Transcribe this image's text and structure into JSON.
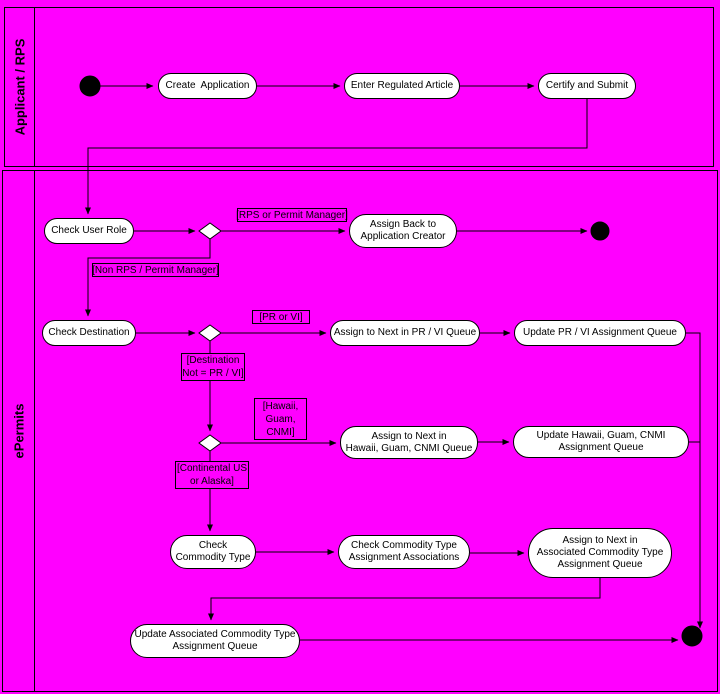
{
  "colors": {
    "background": "#FF00FF",
    "node_fill": "#FFFFFF",
    "line": "#000000"
  },
  "lanes": [
    {
      "id": "applicant_rps",
      "label": "Applicant / RPS"
    },
    {
      "id": "epermits",
      "label": "ePermits"
    }
  ],
  "nodes": {
    "create_application": {
      "label": "Create  Application"
    },
    "enter_regulated_article": {
      "label": "Enter Regulated Article"
    },
    "certify_and_submit": {
      "label": "Certify and Submit"
    },
    "check_user_role": {
      "label": "Check User Role"
    },
    "assign_back_to_creator": {
      "label": "Assign Back to\nApplication Creator"
    },
    "check_destination": {
      "label": "Check Destination"
    },
    "assign_next_pr_vi": {
      "label": "Assign to Next in PR / VI Queue"
    },
    "update_pr_vi_queue": {
      "label": "Update PR / VI Assignment Queue"
    },
    "assign_next_hawaii": {
      "label": "Assign to Next in\nHawaii, Guam, CNMI Queue"
    },
    "update_hawaii_queue": {
      "label": "Update Hawaii, Guam, CNMI\nAssignment Queue"
    },
    "check_commodity_type": {
      "label": "Check\nCommodity Type"
    },
    "check_commodity_assignments": {
      "label": "Check Commodity Type\nAssignment Associations"
    },
    "assign_next_commodity": {
      "label": "Assign to Next in\nAssociated Commodity Type\nAssignment Queue"
    },
    "update_commodity_queue": {
      "label": "Update Associated Commodity Type\nAssignment Queue"
    }
  },
  "guards": {
    "rps_or_permit_manager": {
      "label": "[RPS or Permit Manager]"
    },
    "non_rps_permit_manager": {
      "label": "[Non RPS / Permit Manager]"
    },
    "pr_or_vi": {
      "label": "[PR or VI]"
    },
    "destination_not_pr_vi": {
      "label": "[Destination\nNot = PR / VI]"
    },
    "hawaii_guam_cnmi": {
      "label": "[Hawaii,\nGuam,\nCNMI]"
    },
    "continental_us_or_alaska": {
      "label": "[Continental US\nor Alaska]"
    }
  }
}
